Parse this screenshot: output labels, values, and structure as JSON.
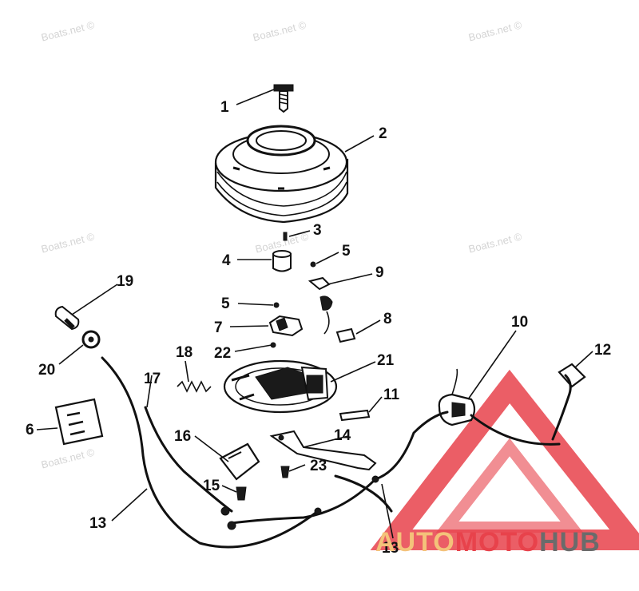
{
  "watermarks": [
    "Boats.net ©",
    "Boats.net ©",
    "Boats.net ©",
    "Boats.net ©",
    "Boats.net ©",
    "Boats.net ©",
    "Boats.net ©"
  ],
  "callouts": [
    "1",
    "2",
    "3",
    "4",
    "5",
    "9",
    "5",
    "7",
    "8",
    "19",
    "10",
    "12",
    "18",
    "22",
    "21",
    "20",
    "17",
    "11",
    "6",
    "16",
    "14",
    "23",
    "15",
    "13",
    "13"
  ],
  "logo": {
    "part1": "AUTO",
    "part2": "MOTO",
    "part3": "HUB",
    "colors": {
      "red": "#e8424b",
      "orange": "#f4c27a",
      "gray": "#6b6b6b"
    }
  }
}
